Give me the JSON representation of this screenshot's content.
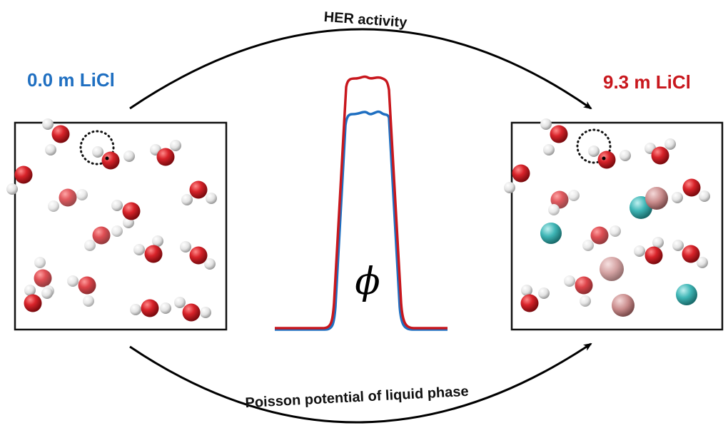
{
  "top_arrow_label": "HER activity",
  "bottom_arrow_label": "Poisson potential of liquid phase",
  "left_panel": {
    "label": "0.0 m LiCl",
    "label_color": "#1f6fc1"
  },
  "right_panel": {
    "label": "9.3 m LiCl",
    "label_color": "#c8171d"
  },
  "center_plot": {
    "symbol": "ϕ",
    "curves": [
      {
        "color": "#1f6fc1"
      },
      {
        "color": "#c8171d"
      }
    ]
  },
  "colors": {
    "oxygen": "#c8171d",
    "hydrogen": "#e8e8e8",
    "chloride": "#3fb6b6",
    "lithium": "#c98b8b",
    "arrow": "#000000"
  },
  "left_molecules": [
    {
      "role": "water"
    },
    {
      "role": "water"
    },
    {
      "role": "water-marked"
    },
    {
      "role": "water"
    },
    {
      "role": "water"
    },
    {
      "role": "water"
    },
    {
      "role": "water"
    },
    {
      "role": "water"
    },
    {
      "role": "water"
    },
    {
      "role": "water"
    },
    {
      "role": "water"
    },
    {
      "role": "water"
    },
    {
      "role": "water"
    },
    {
      "role": "water"
    },
    {
      "role": "water"
    },
    {
      "role": "water"
    }
  ],
  "right_molecules": [
    {
      "role": "water"
    },
    {
      "role": "water"
    },
    {
      "role": "water-marked"
    },
    {
      "role": "water"
    },
    {
      "role": "water"
    },
    {
      "role": "water"
    },
    {
      "role": "water"
    },
    {
      "role": "water"
    },
    {
      "role": "water"
    },
    {
      "role": "water"
    },
    {
      "role": "water"
    },
    {
      "role": "water"
    },
    {
      "role": "water"
    },
    {
      "role": "ion-cl"
    },
    {
      "role": "ion-cl"
    },
    {
      "role": "ion-cl"
    },
    {
      "role": "ion-li"
    },
    {
      "role": "ion-li"
    },
    {
      "role": "ion-li"
    }
  ]
}
